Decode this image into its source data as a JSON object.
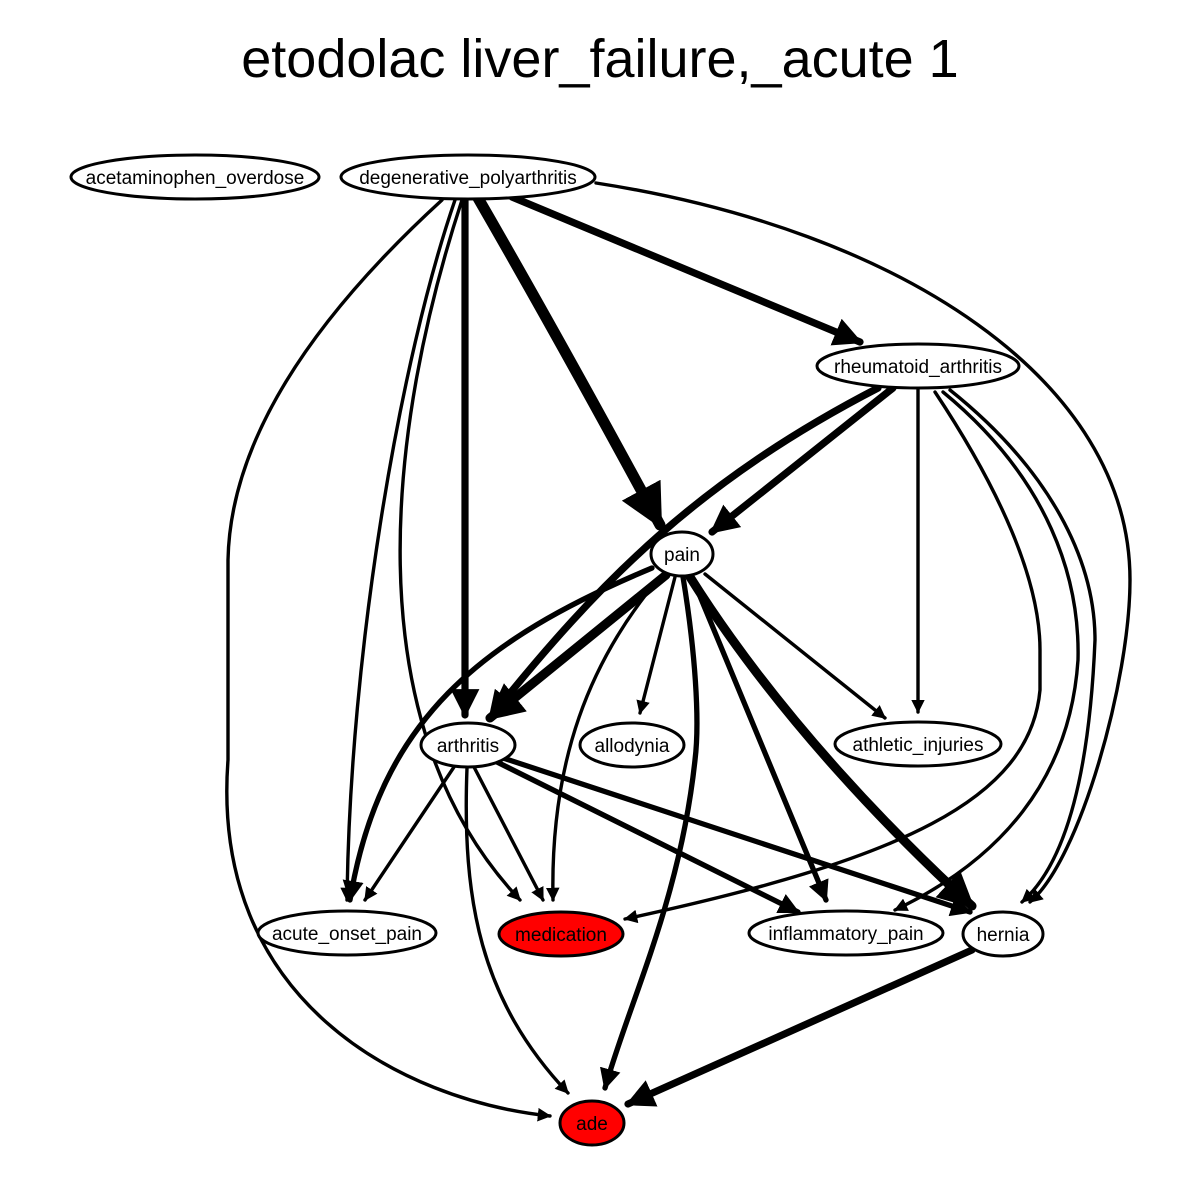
{
  "title": "etodolac liver_failure,_acute 1",
  "colors": {
    "highlight": "#ff0000",
    "default_fill": "#ffffff",
    "stroke": "#000000"
  },
  "nodes": [
    {
      "id": "acetaminophen_overdose",
      "label": "acetaminophen_overdose",
      "highlight": false
    },
    {
      "id": "degenerative_polyarthritis",
      "label": "degenerative_polyarthritis",
      "highlight": false
    },
    {
      "id": "rheumatoid_arthritis",
      "label": "rheumatoid_arthritis",
      "highlight": false
    },
    {
      "id": "pain",
      "label": "pain",
      "highlight": false
    },
    {
      "id": "arthritis",
      "label": "arthritis",
      "highlight": false
    },
    {
      "id": "allodynia",
      "label": "allodynia",
      "highlight": false
    },
    {
      "id": "athletic_injuries",
      "label": "athletic_injuries",
      "highlight": false
    },
    {
      "id": "acute_onset_pain",
      "label": "acute_onset_pain",
      "highlight": false
    },
    {
      "id": "medication",
      "label": "medication",
      "highlight": true
    },
    {
      "id": "inflammatory_pain",
      "label": "inflammatory_pain",
      "highlight": false
    },
    {
      "id": "hernia",
      "label": "hernia",
      "highlight": false
    },
    {
      "id": "ade",
      "label": "ade",
      "highlight": true
    }
  ],
  "edges": [
    {
      "from": "degenerative_polyarthritis",
      "to": "rheumatoid_arthritis",
      "weight": 3
    },
    {
      "from": "degenerative_polyarthritis",
      "to": "pain",
      "weight": 5
    },
    {
      "from": "degenerative_polyarthritis",
      "to": "arthritis",
      "weight": 3
    },
    {
      "from": "degenerative_polyarthritis",
      "to": "acute_onset_pain",
      "weight": 1
    },
    {
      "from": "degenerative_polyarthritis",
      "to": "medication",
      "weight": 1
    },
    {
      "from": "degenerative_polyarthritis",
      "to": "hernia",
      "weight": 1
    },
    {
      "from": "degenerative_polyarthritis",
      "to": "ade",
      "weight": 1
    },
    {
      "from": "rheumatoid_arthritis",
      "to": "pain",
      "weight": 3
    },
    {
      "from": "rheumatoid_arthritis",
      "to": "arthritis",
      "weight": 3
    },
    {
      "from": "rheumatoid_arthritis",
      "to": "athletic_injuries",
      "weight": 1
    },
    {
      "from": "rheumatoid_arthritis",
      "to": "medication",
      "weight": 1
    },
    {
      "from": "rheumatoid_arthritis",
      "to": "inflammatory_pain",
      "weight": 1
    },
    {
      "from": "rheumatoid_arthritis",
      "to": "hernia",
      "weight": 1
    },
    {
      "from": "pain",
      "to": "arthritis",
      "weight": 4
    },
    {
      "from": "pain",
      "to": "allodynia",
      "weight": 1
    },
    {
      "from": "pain",
      "to": "athletic_injuries",
      "weight": 1
    },
    {
      "from": "pain",
      "to": "acute_onset_pain",
      "weight": 2
    },
    {
      "from": "pain",
      "to": "medication",
      "weight": 1
    },
    {
      "from": "pain",
      "to": "inflammatory_pain",
      "weight": 2
    },
    {
      "from": "pain",
      "to": "hernia",
      "weight": 4
    },
    {
      "from": "pain",
      "to": "ade",
      "weight": 2
    },
    {
      "from": "arthritis",
      "to": "acute_onset_pain",
      "weight": 1
    },
    {
      "from": "arthritis",
      "to": "medication",
      "weight": 1
    },
    {
      "from": "arthritis",
      "to": "inflammatory_pain",
      "weight": 2
    },
    {
      "from": "arthritis",
      "to": "hernia",
      "weight": 2
    },
    {
      "from": "arthritis",
      "to": "ade",
      "weight": 1
    },
    {
      "from": "hernia",
      "to": "ade",
      "weight": 3
    }
  ]
}
